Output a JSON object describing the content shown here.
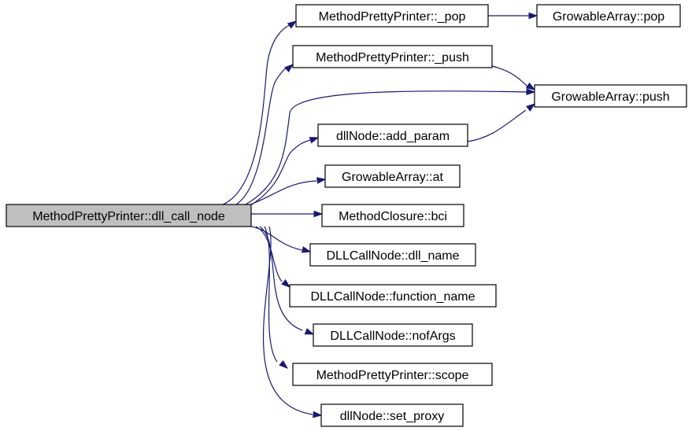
{
  "graph": {
    "edge_color": "#191970",
    "root_fill": "#bfbfbf",
    "nodes": [
      {
        "id": "root",
        "label": "MethodPrettyPrinter::dll_call_node"
      },
      {
        "id": "mpp_pop",
        "label": "MethodPrettyPrinter::_pop"
      },
      {
        "id": "ga_pop",
        "label": "GrowableArray::pop"
      },
      {
        "id": "mpp_push",
        "label": "MethodPrettyPrinter::_push"
      },
      {
        "id": "ga_push",
        "label": "GrowableArray::push"
      },
      {
        "id": "add_param",
        "label": "dllNode::add_param"
      },
      {
        "id": "ga_at",
        "label": "GrowableArray::at"
      },
      {
        "id": "bci",
        "label": "MethodClosure::bci"
      },
      {
        "id": "dll_name",
        "label": "DLLCallNode::dll_name"
      },
      {
        "id": "function_name",
        "label": "DLLCallNode::function_name"
      },
      {
        "id": "nofArgs",
        "label": "DLLCallNode::nofArgs"
      },
      {
        "id": "scope",
        "label": "MethodPrettyPrinter::scope"
      },
      {
        "id": "set_proxy",
        "label": "dllNode::set_proxy"
      }
    ],
    "edges": [
      {
        "from": "root",
        "to": "mpp_pop"
      },
      {
        "from": "mpp_pop",
        "to": "ga_pop"
      },
      {
        "from": "root",
        "to": "mpp_push"
      },
      {
        "from": "mpp_push",
        "to": "ga_push"
      },
      {
        "from": "root",
        "to": "ga_push"
      },
      {
        "from": "root",
        "to": "add_param"
      },
      {
        "from": "add_param",
        "to": "ga_push"
      },
      {
        "from": "root",
        "to": "ga_at"
      },
      {
        "from": "root",
        "to": "bci"
      },
      {
        "from": "root",
        "to": "dll_name"
      },
      {
        "from": "root",
        "to": "function_name"
      },
      {
        "from": "root",
        "to": "nofArgs"
      },
      {
        "from": "root",
        "to": "scope"
      },
      {
        "from": "root",
        "to": "set_proxy"
      }
    ]
  }
}
